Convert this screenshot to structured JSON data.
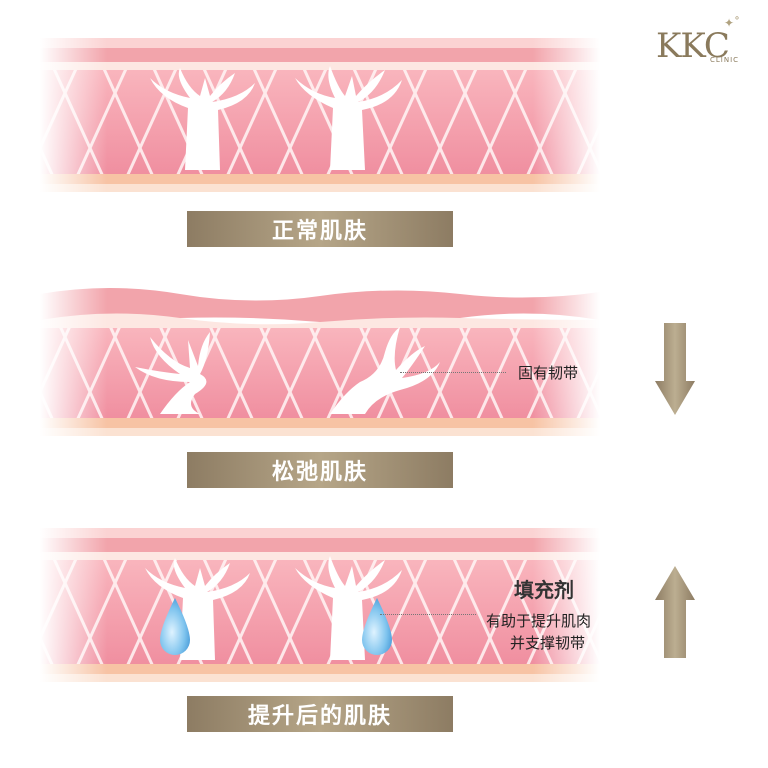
{
  "logo": {
    "brand": "KKC",
    "sub": "CLINIC"
  },
  "panels": [
    {
      "label": "正常肌肤"
    },
    {
      "label": "松弛肌肤",
      "annotation": "固有韧带"
    },
    {
      "label": "提升后的肌肤",
      "annotation_title": "填充剂",
      "annotation_line1": "有助于提升肌肉",
      "annotation_line2": "并支撑韧带"
    }
  ],
  "colors": {
    "accent": "#9b8a6e",
    "skin": "#f3a5ae",
    "skin_light": "#fcdcdc",
    "fat": "#f8c9a6",
    "filler": "#7fc4ee"
  },
  "icons": {
    "down": "down-arrow-icon",
    "up": "up-arrow-icon"
  }
}
